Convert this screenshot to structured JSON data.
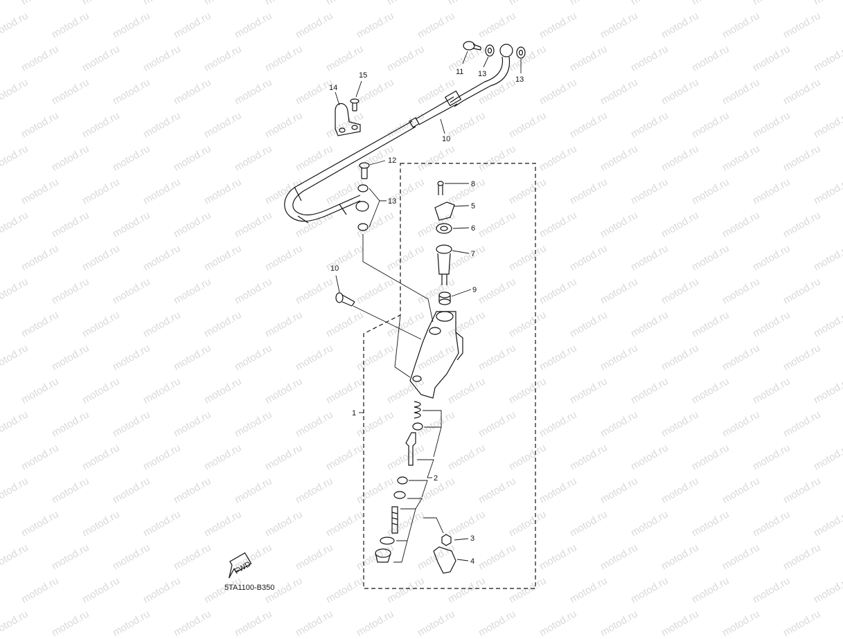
{
  "watermark_text": "motod.ru",
  "diagram_code": "5TA1100-B350",
  "fwd_label": "FWD",
  "callouts": [
    "1",
    "2",
    "3",
    "4",
    "5",
    "6",
    "7",
    "8",
    "9",
    "10",
    "11",
    "12",
    "12",
    "13",
    "13",
    "13",
    "14",
    "15"
  ],
  "colors": {
    "line": "#111111",
    "watermark": "#d9d9d9"
  }
}
